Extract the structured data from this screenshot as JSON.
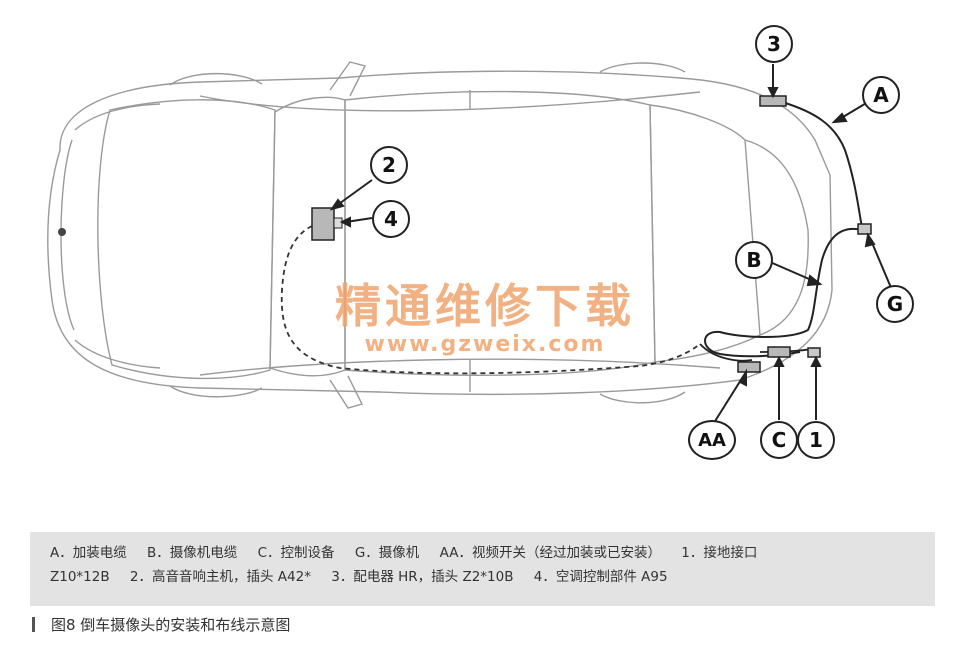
{
  "callouts": {
    "c3": "3",
    "cA": "A",
    "c2": "2",
    "c4": "4",
    "cB": "B",
    "cG": "G",
    "cAA": "AA",
    "cC": "C",
    "c1": "1"
  },
  "watermark": {
    "title": "精通维修下载",
    "url": "www.gzweix.com"
  },
  "legend": {
    "row1": [
      "A．加装电缆",
      "B．摄像机电缆",
      "C．控制设备",
      "G．摄像机",
      "AA．视频开关（经过加装或已安装）",
      "1．接地接口"
    ],
    "row2": [
      "Z10*12B",
      "2．高音音响主机，插头 A42*",
      "3．配电器 HR，插头 Z2*10B",
      "4．空调控制部件 A95"
    ]
  },
  "caption": "图8  倒车摄像头的安装和布线示意图"
}
